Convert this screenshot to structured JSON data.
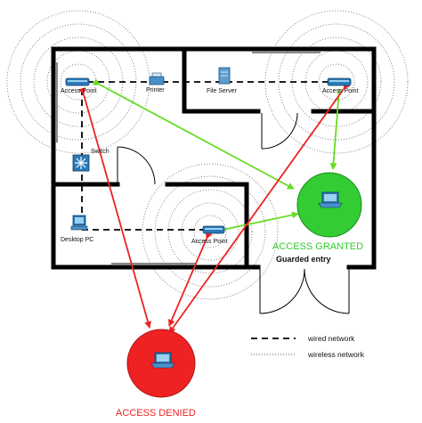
{
  "devices": {
    "ap_top_left": "Access Point",
    "printer": "Printer",
    "file_server": "File Server",
    "ap_top_right": "Access Point",
    "switch": "Switch",
    "desktop_pc": "Desktop PC",
    "ap_bottom": "Access Point"
  },
  "zones": {
    "guarded_entry": "Guarded entry"
  },
  "status": {
    "granted": {
      "label": "ACCESS GRANTED",
      "color": "#33cc33"
    },
    "denied": {
      "label": "ACCESS DENIED",
      "color": "#ee2222"
    }
  },
  "legend": {
    "wired": "wired network",
    "wireless": "wireless network"
  },
  "colors": {
    "granted_link": "#66dd22",
    "denied_link": "#ee2222",
    "wall": "#000000",
    "device": "#2a7ab8"
  }
}
